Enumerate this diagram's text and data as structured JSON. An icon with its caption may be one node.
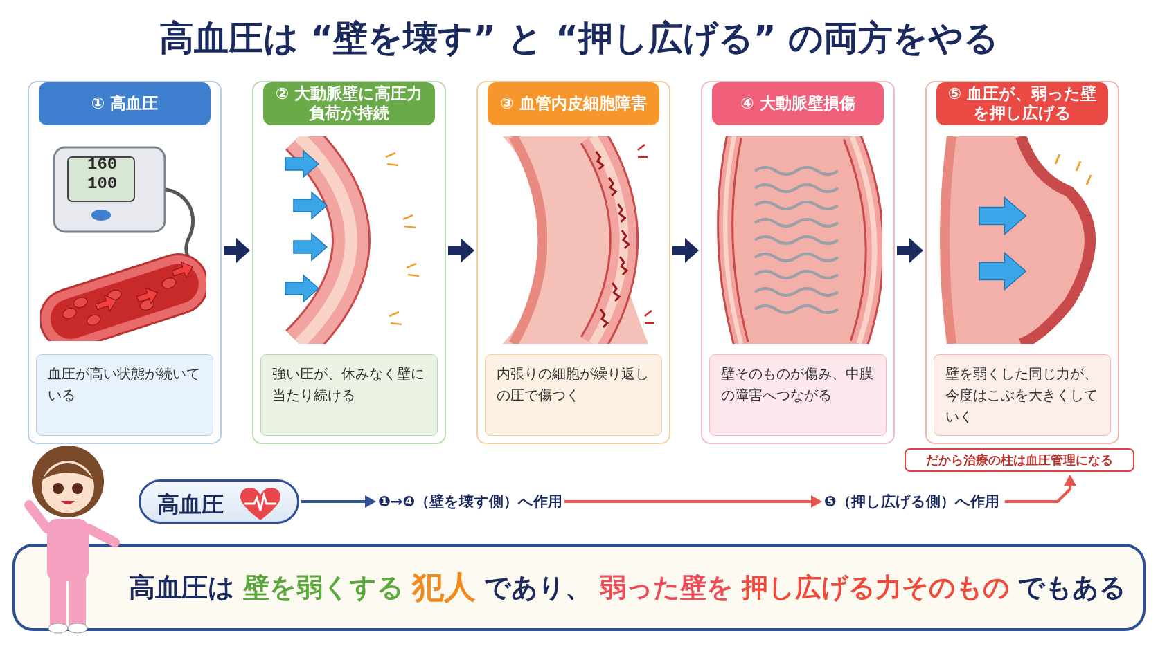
{
  "diagram": {
    "title": "高血圧は “壁を壊す” と “押し広げる” の両方をやる",
    "nodes": [
      {
        "text": [
          "① 高血圧",
          "血圧が高い状態が続いている"
        ]
      },
      {
        "text": [
          "② 大動脈壁に高圧力負荷が持続",
          "強い圧が、休みなく壁に当たり続ける"
        ]
      },
      {
        "text": [
          "③ 血管内皮細胞障害",
          "内張りの細胞が繰り返しの圧で傷つく"
        ]
      },
      {
        "text": [
          "④ 大動脈壁損傷",
          "壁そのものが傷み、中膜の障害へつながる"
        ]
      },
      {
        "text": [
          "⑤ 血圧が、弱った壁を押し広げる",
          "壁を弱くした同じ力が、今度はこぶを大きくしていく"
        ]
      },
      {
        "text": [
          "だから治療の柱は血圧管理になる"
        ]
      },
      {
        "text": [
          "高血圧"
        ]
      },
      {
        "text": [
          "❶→❹（壁を壊す側）へ作用"
        ]
      },
      {
        "text": [
          "❺（押し広げる側）へ作用"
        ]
      },
      {
        "text": [
          "高血圧は",
          "壁を弱くする",
          "犯人",
          "であり、",
          "弱った壁を",
          "押し広げる力そのもの",
          "でもある"
        ]
      }
    ],
    "edges": [
      {
        "from": 0,
        "to": 1,
        "arrow": "to"
      },
      {
        "from": 1,
        "to": 2,
        "arrow": "to"
      },
      {
        "from": 2,
        "to": 3,
        "arrow": "to"
      },
      {
        "from": 3,
        "to": 4,
        "arrow": "to"
      },
      {
        "from": 6,
        "to": 7,
        "arrow": "to",
        "color": "#2c4f96"
      },
      {
        "from": 7,
        "to": 8,
        "arrow": "to",
        "color": "#e8564e"
      },
      {
        "from": 8,
        "to": 5,
        "arrow": "to",
        "color": "#e8564e"
      }
    ],
    "labels": [
      "160",
      "100"
    ]
  }
}
